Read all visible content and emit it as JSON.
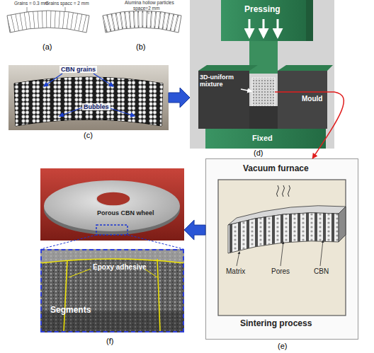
{
  "diagram": {
    "nodes": [
      {
        "text": [
          "CBN grains",
          "Bubbles"
        ]
      },
      {
        "text": [
          "Pressing",
          "3D-uniform mixture",
          "Mould",
          "Fixed"
        ]
      },
      {
        "text": [
          "Vacuum furnace",
          "Matrix",
          "Pores",
          "CBN",
          "Sintering process"
        ]
      },
      {
        "text": [
          "Porous CBN wheel"
        ]
      },
      {
        "text": [
          "Epoxy adhesive",
          "Segments"
        ]
      }
    ],
    "edges": [
      {
        "from": 0,
        "to": 1,
        "arrow": "to"
      },
      {
        "from": 1,
        "to": 2,
        "arrow": "to"
      },
      {
        "from": 2,
        "to": 3,
        "arrow": "to"
      }
    ],
    "labels": [
      "Grains = 0.3 mm",
      "Grains spacc = 2 mm",
      "Alumina hollow particles",
      "space=2 mm",
      "(a)",
      "(b)",
      "(c)",
      "(d)",
      "(e)",
      "(f)"
    ]
  }
}
